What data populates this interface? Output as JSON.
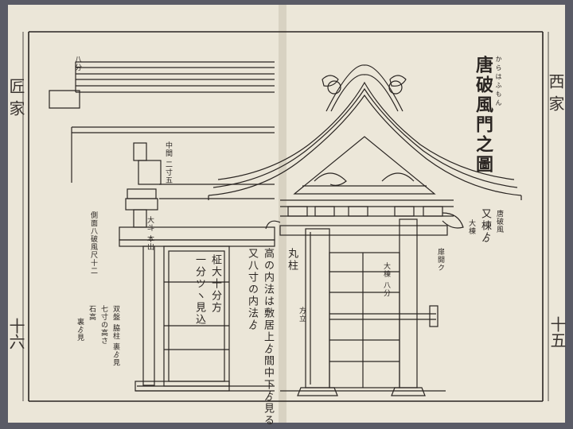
{
  "title": {
    "main": "唐破風門之圖",
    "furigana": "からはふもん"
  },
  "margin": {
    "right_title": "西家",
    "right_number": "十五",
    "left_title": "匠家",
    "left_number": "十六"
  },
  "notes": {
    "n1": "八分",
    "n2": "中間 二寸五",
    "n3": "大斗 本出",
    "n4": "側面八破風尺十二",
    "n5": "高の内法は敷居上ゟ間中下ゟ見る",
    "n6": "又八寸の内法ゟ",
    "n7": "柾大十分方",
    "n8": "一分ツヽ見込",
    "n9": "双盤 脇柱 裏ゟ見",
    "n10": "七寸の高さ",
    "n11": "石高",
    "n12": "裏ゟ見",
    "n13": "丸柱",
    "n14": "方立",
    "n15": "大棟 八分",
    "n16": "扉開ク",
    "n17": "又棟ゟ",
    "n18": "大棟",
    "n19": "唐破風"
  },
  "colors": {
    "paper": "#ebe6d8",
    "ink": "#2a2522",
    "backdrop": "#5a5b66"
  }
}
